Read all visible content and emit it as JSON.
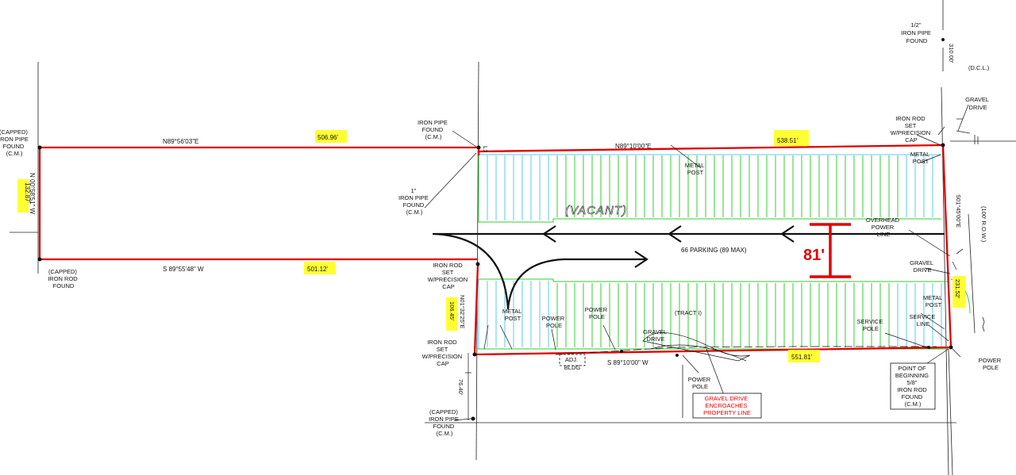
{
  "labels": {
    "pipe_half": [
      "1/2\"",
      "IRON PIPE",
      "FOUND"
    ],
    "dim_310": "310.00'",
    "dcl": "(D.C.L.)",
    "gravel_drive_ne": [
      "GRAVEL",
      "DRIVE"
    ],
    "capped_pipe_w": [
      "(CAPPED)",
      "IRON PIPE",
      "FOUND",
      "(C.M.)"
    ],
    "west_bearing": "N 00°58'51\" W",
    "west_dist": "132.87'",
    "bearing_n_west": "N89°56'03\"E",
    "dist_n_west": "506.96'",
    "pipe_found_cm_top": [
      "IRON PIPE",
      "FOUND",
      "(C.M.)"
    ],
    "l1": "L1",
    "pipe_1in": [
      "1\"",
      "IRON PIPE",
      "FOUND",
      "(C.M.)"
    ],
    "bearing_n_east": "N89°10'00\"E",
    "dist_n_east": "538.51'",
    "rod_set_ne": [
      "IRON ROD",
      "SET",
      "W/PRECISION",
      "CAP"
    ],
    "metal_post_ne": [
      "METAL",
      "POST"
    ],
    "metal_post_top": [
      "METAL",
      "POST"
    ],
    "vacant": "(VACANT)",
    "east_bearing": "S01°45'00\"E",
    "row": "(100' R.O.W.)",
    "overhead_power": [
      "OVERHEAD",
      "POWER",
      "LINE"
    ],
    "parking": "66 PARKING (89 MAX)",
    "width_callout": "81'",
    "gravel_drive_e": [
      "GRAVEL",
      "DRIVE"
    ],
    "east_dist": "231.52'",
    "capped_rod_w": [
      "(CAPPED)",
      "IRON ROD",
      "FOUND"
    ],
    "bearing_s_west": "S 89°55'48\" W",
    "dist_s_west": "501.12'",
    "rod_set_mid": [
      "IRON ROD",
      "SET",
      "W/PRECISION",
      "CAP"
    ],
    "mid_bearing": "N01°32'25\"E",
    "mid_dist": "106.45'",
    "metal_post_sw": [
      "METAL",
      "POST"
    ],
    "power_pole_1": [
      "POWER",
      "POLE"
    ],
    "power_pole_2": [
      "POWER",
      "POLE"
    ],
    "gravel_drive_s": [
      "GRAVEL",
      "DRIVE"
    ],
    "tract": "(TRACT  I)",
    "service_pole": [
      "SERVICE",
      "POLE"
    ],
    "service_line": [
      "SERVICE",
      "LINE"
    ],
    "metal_post_se": [
      "METAL",
      "POST"
    ],
    "rod_set_sw": [
      "IRON ROD",
      "SET",
      "W/PRECISION",
      "CAP"
    ],
    "adj_bldg": [
      "ADJ.",
      "BLDG"
    ],
    "bearing_s_east": "S 89°10'00\" W",
    "dist_s_east": "551.81'",
    "power_pole_3": [
      "POWER",
      "POLE"
    ],
    "encroach": [
      "GRAVEL DRIVE",
      "ENCROACHES",
      "PROPERTY LINE"
    ],
    "pob": [
      "POINT OF",
      "BEGINNING",
      "5/8\"",
      "IRON ROD",
      "FOUND",
      "(C.M.)"
    ],
    "power_pole_se": [
      "POWER",
      "POLE"
    ],
    "dim_7640": "76.40'",
    "capped_pipe_s": [
      "(CAPPED)",
      "IRON PIPE",
      "FOUND",
      "(C.M.)"
    ]
  },
  "colors": {
    "boundary": "#e00000",
    "parking_green": "#33cc33",
    "parking_cyan": "#55ccee",
    "highlight": "#ffff33",
    "linework": "#222222"
  }
}
